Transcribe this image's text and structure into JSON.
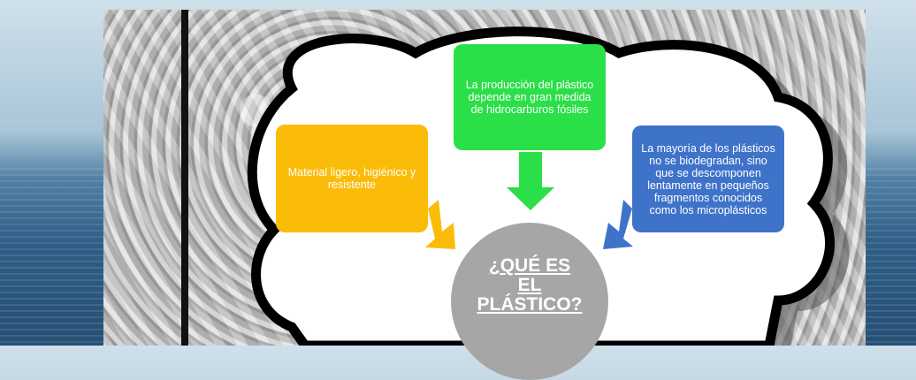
{
  "diagram": {
    "center_label_lines": [
      "¿QUÉ ES",
      "EL",
      "PLÁSTICO?"
    ],
    "boxes": {
      "yellow": {
        "text": "Material ligero, higiénico y resistente",
        "color": "#fbbb09"
      },
      "green": {
        "text": "La producción del plástico depende en gran medida de hidrocarburos fósiles",
        "color": "#2adf47"
      },
      "blue": {
        "text": "La mayoría de los plásticos no se biodegradan, sino que se descomponen lentamente en pequeños fragmentos conocidos como los microplásticos",
        "color": "#3f73c9"
      }
    },
    "colors": {
      "center_circle": "#a6a6a6",
      "cloud_fill": "#ffffff",
      "cloud_outline": "#000000",
      "arrow_yellow": "#fbbb09",
      "arrow_green": "#2adf47",
      "arrow_blue": "#3f73c9"
    }
  }
}
